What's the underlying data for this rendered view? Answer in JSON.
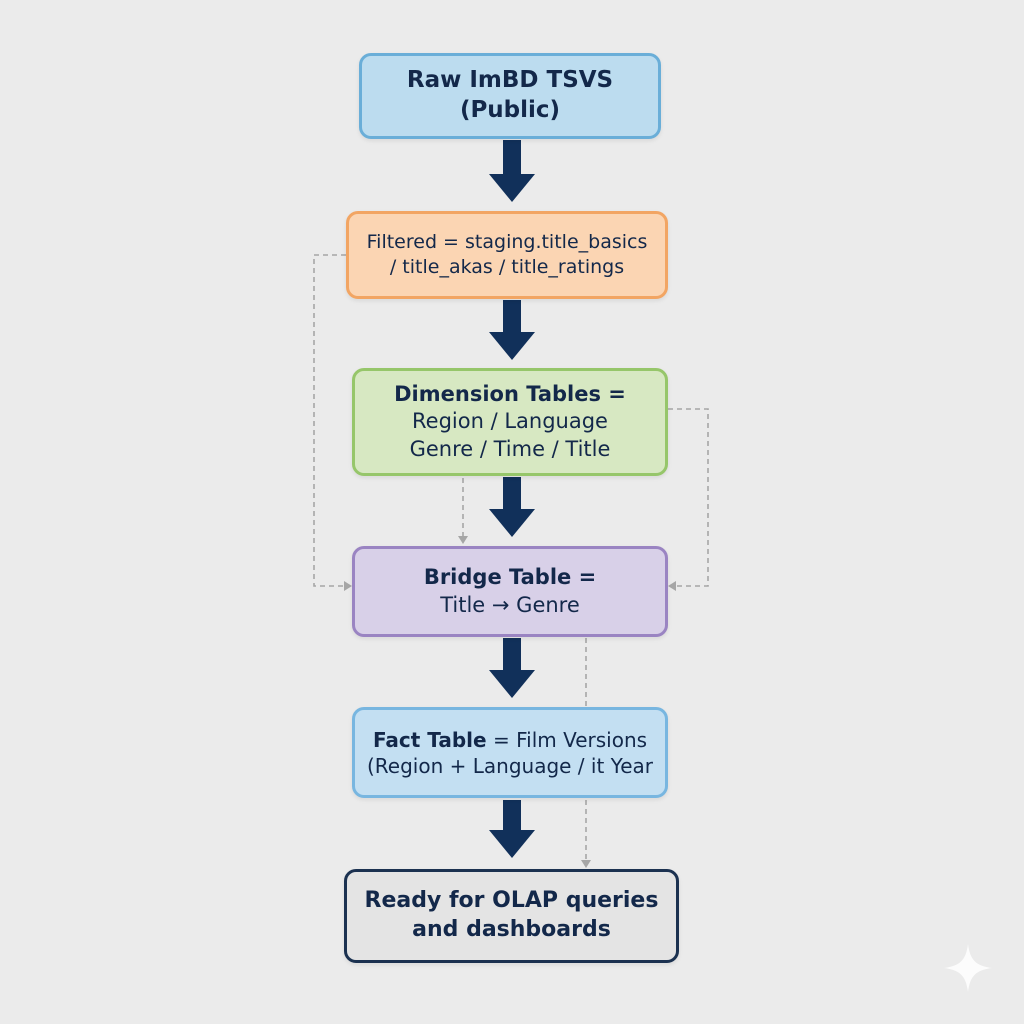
{
  "nodes": {
    "raw": {
      "line1": "Raw ImBD TSVS",
      "line2": "(Public)"
    },
    "staging": {
      "line1": "Filtered = staging.title_basics",
      "line2": "/ title_akas / title_ratings"
    },
    "dimension": {
      "line1": "Dimension Tables =",
      "line2": "Region / Language",
      "line3": "Genre / Time / Title"
    },
    "bridge": {
      "line1": "Bridge Table =",
      "line2": "Title → Genre"
    },
    "fact": {
      "title_bold": "Fact Table",
      "title_rest": " = Film Versions",
      "line2": "(Region + Language / it Year"
    },
    "ready": {
      "line1": "Ready for OLAP queries",
      "line2": "and dashboards"
    }
  },
  "edges": [
    {
      "from": "raw",
      "to": "staging",
      "style": "solid"
    },
    {
      "from": "staging",
      "to": "dimension",
      "style": "solid"
    },
    {
      "from": "dimension",
      "to": "bridge",
      "style": "solid"
    },
    {
      "from": "bridge",
      "to": "fact",
      "style": "solid"
    },
    {
      "from": "fact",
      "to": "ready",
      "style": "solid"
    },
    {
      "from": "staging",
      "to": "bridge",
      "style": "dashed"
    },
    {
      "from": "dimension",
      "to": "bridge",
      "style": "dashed"
    },
    {
      "from": "dimension",
      "to": "bridge",
      "style": "dashed"
    },
    {
      "from": "bridge",
      "to": "ready",
      "style": "dashed"
    }
  ],
  "colors": {
    "background": "#ebebeb",
    "text": "#13284a",
    "arrow": "#11305a",
    "dashed": "#a6a6a6",
    "raw": {
      "fill": "#bcdcef",
      "border": "#6aaed8"
    },
    "staging": {
      "fill": "#fbd5b3",
      "border": "#f2a563"
    },
    "dimension": {
      "fill": "#d7e8c2",
      "border": "#96c66a"
    },
    "bridge": {
      "fill": "#d8d0e8",
      "border": "#9a84c2"
    },
    "fact": {
      "fill": "#c3dff2",
      "border": "#78b6e0"
    },
    "ready": {
      "fill": "#e4e4e4",
      "border": "#1b3150"
    }
  }
}
